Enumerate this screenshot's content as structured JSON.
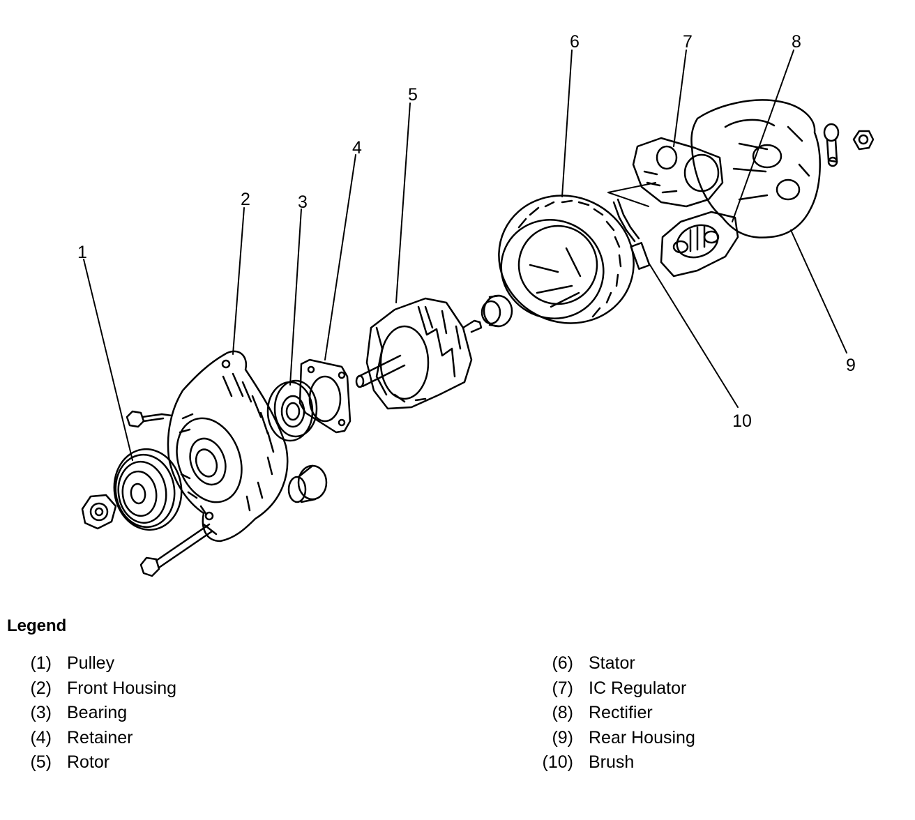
{
  "callouts": [
    "1",
    "2",
    "3",
    "4",
    "5",
    "6",
    "7",
    "8",
    "9",
    "10"
  ],
  "legend": {
    "title": "Legend",
    "left_items": [
      {
        "num": "(1)",
        "label": "Pulley"
      },
      {
        "num": "(2)",
        "label": "Front Housing"
      },
      {
        "num": "(3)",
        "label": "Bearing"
      },
      {
        "num": "(4)",
        "label": "Retainer"
      },
      {
        "num": "(5)",
        "label": "Rotor"
      }
    ],
    "right_items": [
      {
        "num": "(6)",
        "label": "Stator"
      },
      {
        "num": "(7)",
        "label": "IC Regulator"
      },
      {
        "num": "(8)",
        "label": "Rectifier"
      },
      {
        "num": "(9)",
        "label": "Rear Housing"
      },
      {
        "num": "(10)",
        "label": "Brush"
      }
    ]
  }
}
